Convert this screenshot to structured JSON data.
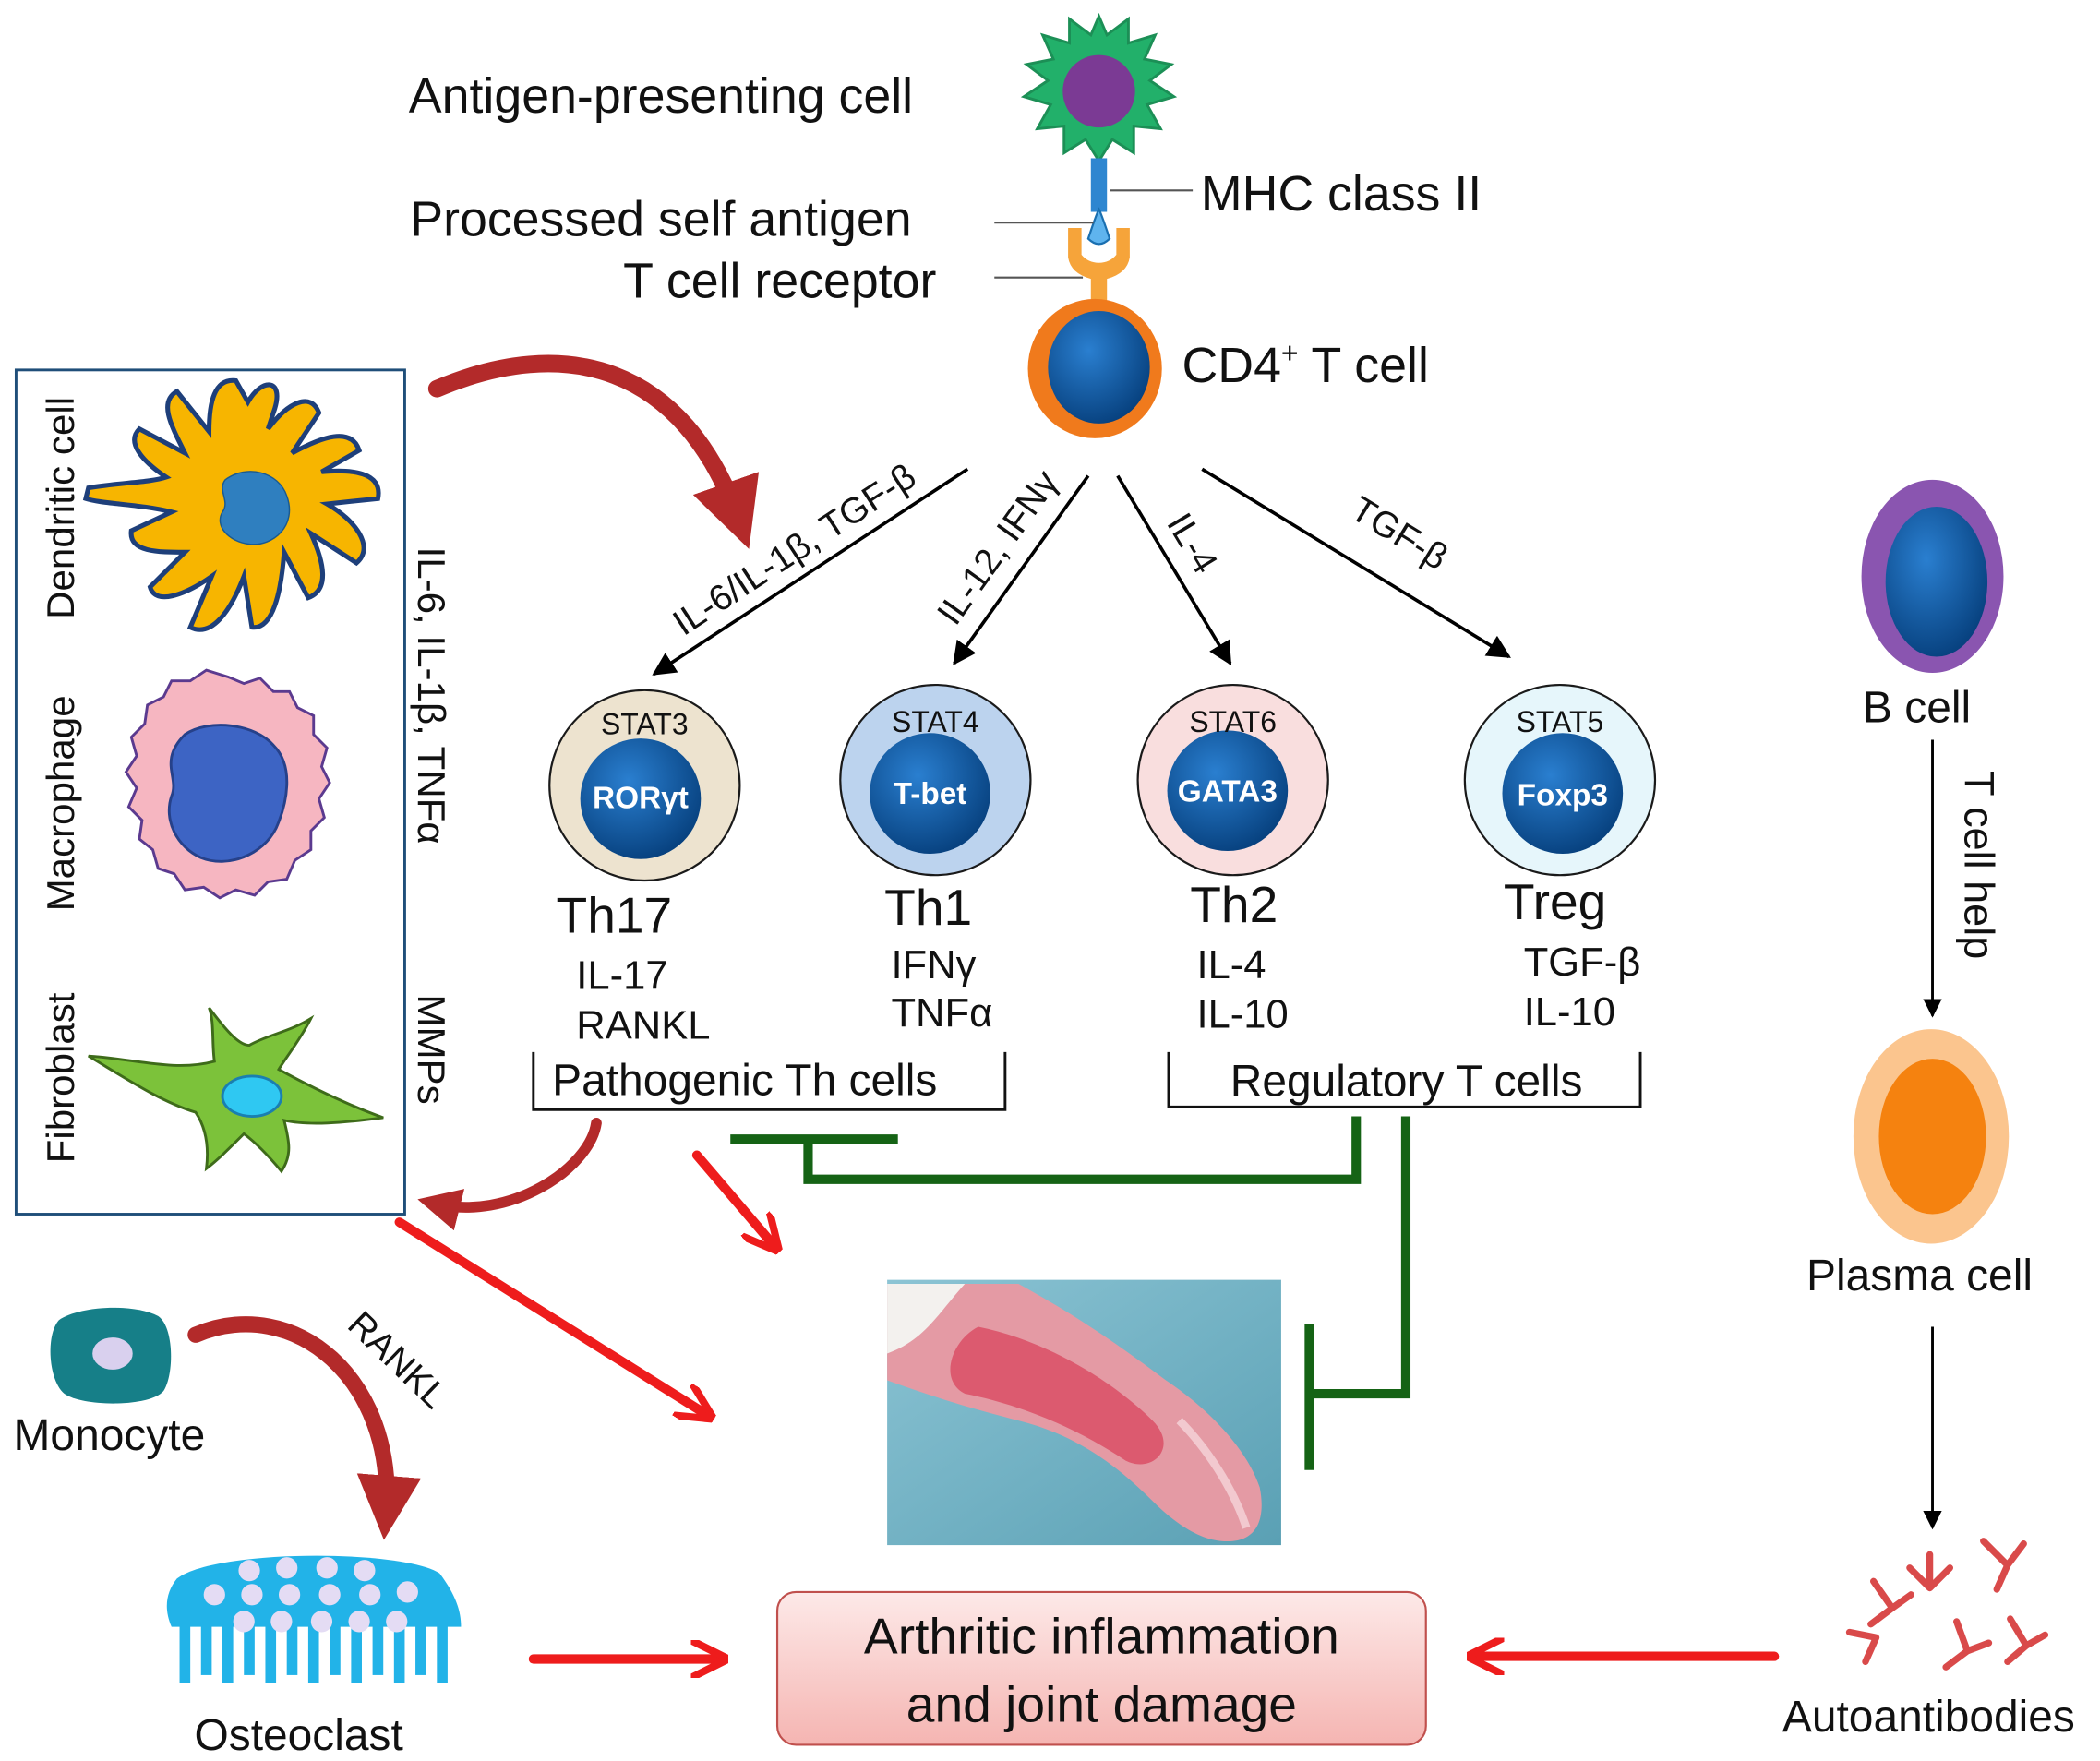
{
  "labels": {
    "apc": "Antigen-presenting cell",
    "mhc": "MHC class II",
    "self_antigen": "Processed self antigen",
    "tcr": "T cell receptor",
    "cd4_main": "CD4",
    "cd4_sup": "+",
    "cd4_rest": " T cell",
    "dendritic": "Dendritic cell",
    "macrophage": "Macrophage",
    "fibroblast": "Fibroblast",
    "innate_cytokines": "IL-6, IL-1β, TNFα",
    "mmps": "MMPs",
    "monocyte": "Monocyte",
    "rankl": "RANKL",
    "osteoclast": "Osteoclast",
    "b_cell": "B cell",
    "t_cell_help": "T cell help",
    "plasma_cell": "Plasma cell",
    "autoantibodies": "Autoantibodies",
    "outcome_line1": "Arthritic inflammation",
    "outcome_line2": "and joint damage",
    "pathogenic": "Pathogenic Th cells",
    "regulatory": "Regulatory T cells"
  },
  "arrows": {
    "th17": "IL-6/IL-1β, TGF-β",
    "th1": "IL-12, IFNγ",
    "th2": "IL-4",
    "treg": "TGF-β"
  },
  "subsets": [
    {
      "stat": "STAT3",
      "tf": "RORγt",
      "name": "Th17",
      "cyto1": "IL-17",
      "cyto2": "RANKL"
    },
    {
      "stat": "STAT4",
      "tf": "T-bet",
      "name": "Th1",
      "cyto1": "IFNγ",
      "cyto2": "TNFα"
    },
    {
      "stat": "STAT6",
      "tf": "GATA3",
      "name": "Th2",
      "cyto1": "IL-4",
      "cyto2": "IL-10"
    },
    {
      "stat": "STAT5",
      "tf": "Foxp3",
      "name": "Treg",
      "cyto1": "TGF-β",
      "cyto2": "IL-10"
    }
  ],
  "colors": {
    "activating": "#ee1c1c",
    "curved": "#b32a2a",
    "inhibitory": "#156315",
    "apc": "#22b06a",
    "apc_nucleus": "#7b3a94",
    "tcell_outer": "#f07a1c",
    "nucleus": "#0a5aa8",
    "dendritic": "#f7b500",
    "macrophage": "#f6b6c1",
    "fibroblast": "#7cc23a",
    "osteoclast": "#22b3e8",
    "b_cell_outer": "#8a55b0",
    "plasma_outer": "#fbc58e",
    "plasma_inner": "#f5820f",
    "antibody": "#d94a4a"
  }
}
